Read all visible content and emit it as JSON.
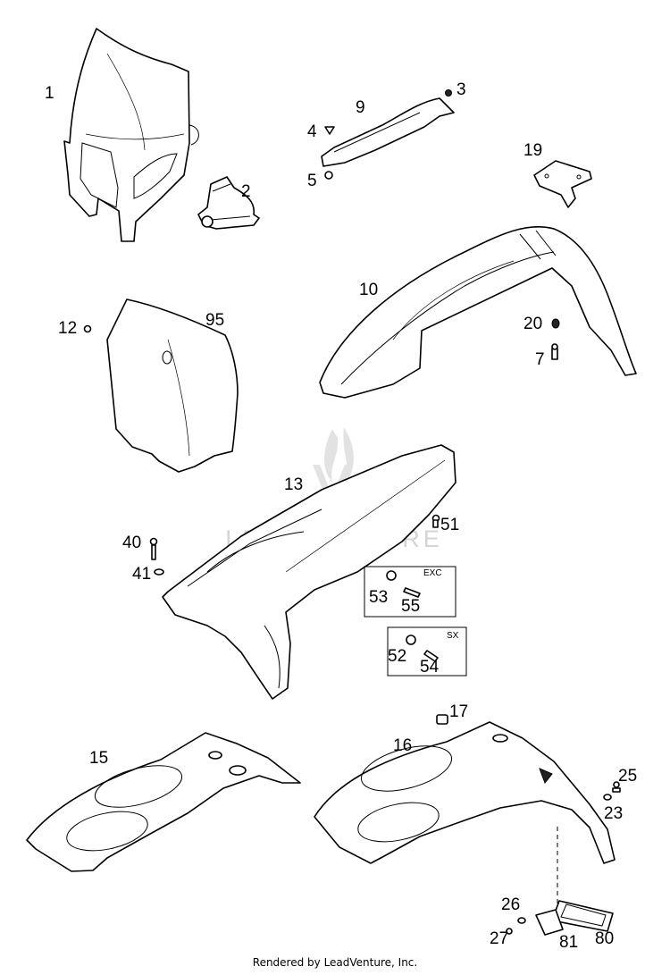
{
  "diagram": {
    "callouts": {
      "p1": "1",
      "p2": "2",
      "p3": "3",
      "p4": "4",
      "p5": "5",
      "p7": "7",
      "p9": "9",
      "p10": "10",
      "p12": "12",
      "p13": "13",
      "p15": "15",
      "p16": "16",
      "p17": "17",
      "p19": "19",
      "p20": "20",
      "p23": "23",
      "p25": "25",
      "p26": "26",
      "p27": "27",
      "p40": "40",
      "p41": "41",
      "p51": "51",
      "p52": "52",
      "p53": "53",
      "p54": "54",
      "p55": "55",
      "p80": "80",
      "p81": "81",
      "p95": "95"
    },
    "boxes": {
      "exc": "EXC",
      "sx": "SX"
    },
    "watermark": "LEADVENTURE",
    "footer": "Rendered by LeadVenture, Inc."
  }
}
